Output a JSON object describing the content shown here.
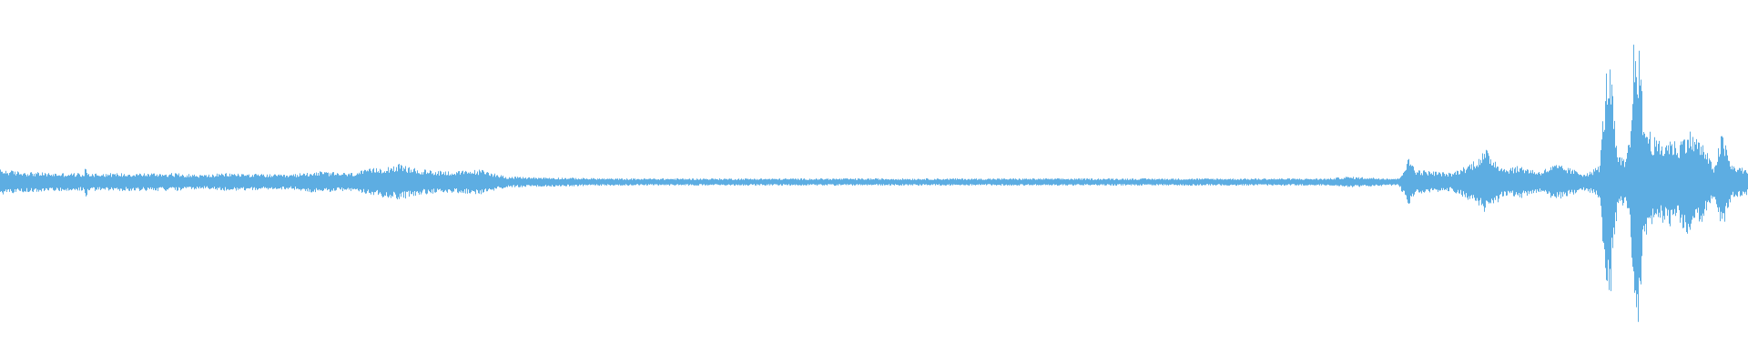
{
  "chart_data": {
    "type": "area",
    "title": "",
    "xlabel": "",
    "ylabel": "",
    "xlim": [
      0,
      1
    ],
    "ylim": [
      -1,
      1
    ],
    "grid": false,
    "legend": "none",
    "colors": {
      "waveform": "#5DADE2",
      "background": "#FFFFFF"
    },
    "envelope_positions": [
      0.0,
      0.01,
      0.03,
      0.048,
      0.049,
      0.05,
      0.06,
      0.1,
      0.115,
      0.13,
      0.165,
      0.18,
      0.2,
      0.215,
      0.228,
      0.24,
      0.26,
      0.275,
      0.29,
      0.35,
      0.45,
      0.55,
      0.59,
      0.63,
      0.7,
      0.76,
      0.77,
      0.8,
      0.803,
      0.806,
      0.81,
      0.82,
      0.83,
      0.84,
      0.85,
      0.86,
      0.87,
      0.88,
      0.89,
      0.9,
      0.905,
      0.91,
      0.915,
      0.917,
      0.92,
      0.925,
      0.93,
      0.933,
      0.935,
      0.938,
      0.94,
      0.943,
      0.946,
      0.95,
      0.955,
      0.96,
      0.965,
      0.97,
      0.975,
      0.98,
      0.985,
      0.99,
      1.0
    ],
    "envelope_amplitudes": [
      0.07,
      0.06,
      0.05,
      0.05,
      0.1,
      0.05,
      0.05,
      0.05,
      0.04,
      0.05,
      0.04,
      0.06,
      0.05,
      0.08,
      0.1,
      0.07,
      0.06,
      0.07,
      0.03,
      0.02,
      0.02,
      0.02,
      0.02,
      0.02,
      0.02,
      0.02,
      0.03,
      0.02,
      0.08,
      0.14,
      0.07,
      0.06,
      0.05,
      0.1,
      0.18,
      0.08,
      0.09,
      0.06,
      0.1,
      0.07,
      0.05,
      0.06,
      0.1,
      0.4,
      0.78,
      0.15,
      0.12,
      0.35,
      0.95,
      0.7,
      0.35,
      0.3,
      0.25,
      0.22,
      0.25,
      0.22,
      0.3,
      0.26,
      0.2,
      0.08,
      0.28,
      0.1,
      0.07
    ]
  }
}
